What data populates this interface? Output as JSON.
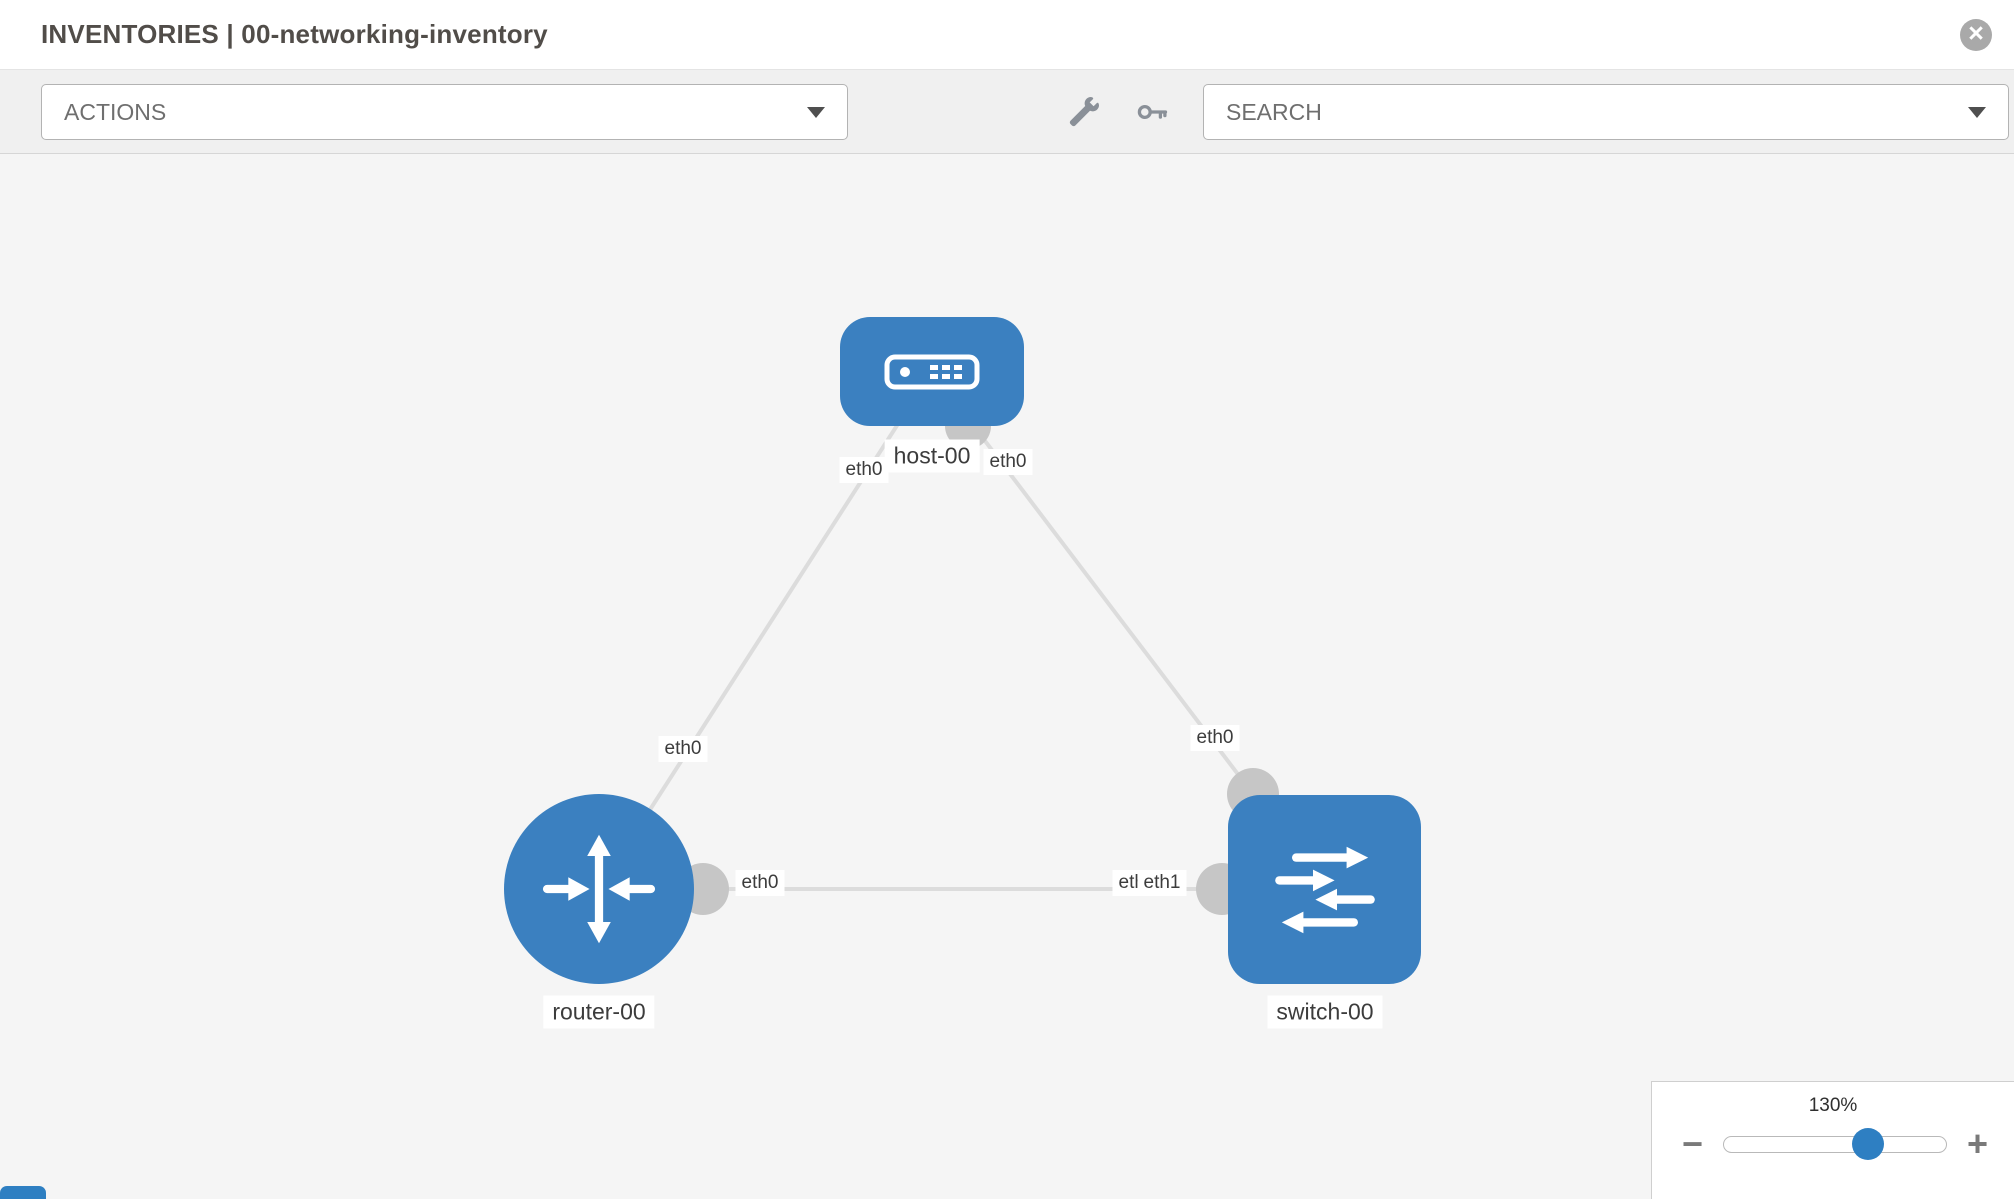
{
  "header": {
    "title": "INVENTORIES | 00-networking-inventory"
  },
  "toolbar": {
    "actions_label": "ACTIONS",
    "search_label": "SEARCH"
  },
  "topology": {
    "nodes": [
      {
        "id": "host-00",
        "type": "host",
        "label": "host-00"
      },
      {
        "id": "router-00",
        "type": "router",
        "label": "router-00"
      },
      {
        "id": "switch-00",
        "type": "switch",
        "label": "switch-00"
      }
    ],
    "links": [
      {
        "from": "host-00",
        "to": "router-00",
        "from_iface": "eth0",
        "to_iface": "eth0"
      },
      {
        "from": "host-00",
        "to": "switch-00",
        "from_iface": "eth0",
        "to_iface": "eth0"
      },
      {
        "from": "router-00",
        "to": "switch-00",
        "from_iface": "eth0",
        "to_iface": "eth1"
      }
    ],
    "iface_labels": [
      "eth0",
      "eth0",
      "eth0",
      "eth0",
      "eth0",
      "eth1",
      "eth1"
    ]
  },
  "zoom": {
    "level": "130%",
    "minus_label": "−",
    "plus_label": "+",
    "slider_percent": 65
  },
  "colors": {
    "node_blue": "#3b80c0",
    "link_gray": "#dcdcdc",
    "port_gray": "#c6c6c6",
    "canvas_bg": "#f5f5f5",
    "toolbar_bg": "#f0f0f0"
  }
}
